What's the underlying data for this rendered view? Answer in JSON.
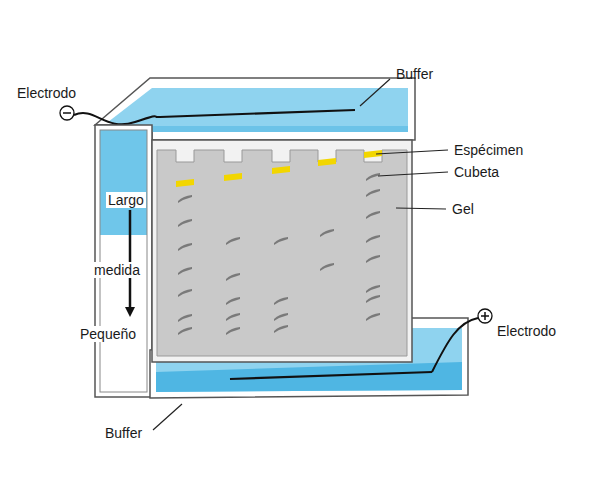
{
  "diagram": {
    "labels": [
      "Electrodo",
      "Buffer",
      "Espécimen",
      "Cubeta",
      "Gel",
      "Largo",
      "medida",
      "Pequeño",
      "Electrodo",
      "Buffer"
    ]
  }
}
